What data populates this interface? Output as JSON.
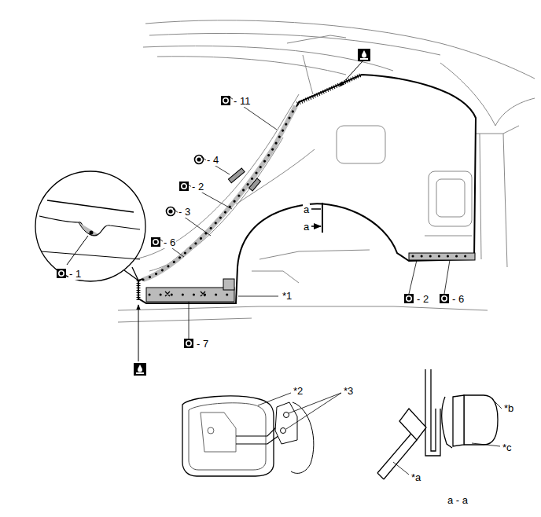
{
  "diagram": {
    "labels": [
      "- 11",
      "- 4",
      "- 2",
      "- 1",
      "- 3",
      "a",
      "a",
      "- 6",
      "*1",
      "- 7",
      "- 2",
      "- 6",
      "*2",
      "*3",
      "*a",
      "*b",
      "*c",
      "a - a"
    ]
  }
}
